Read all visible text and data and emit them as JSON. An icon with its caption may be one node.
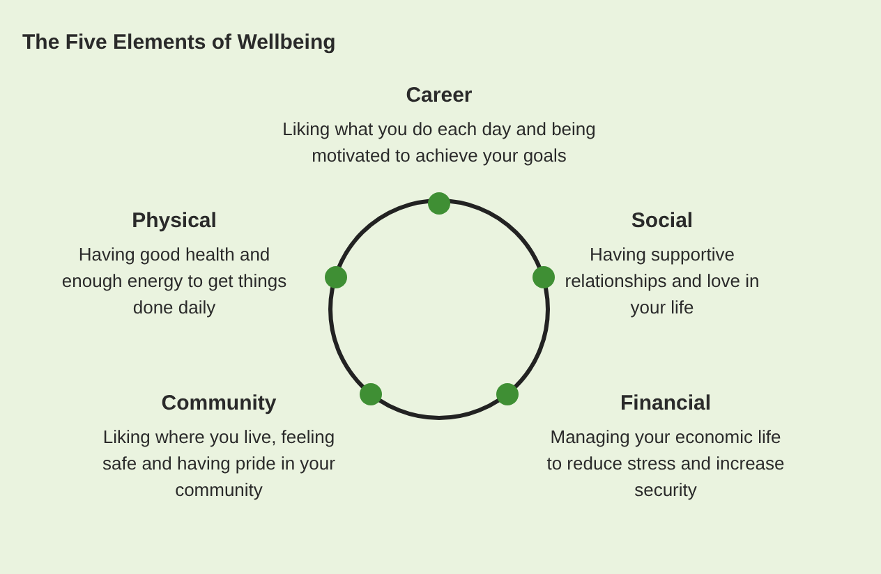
{
  "diagram": {
    "title": "The Five Elements of Wellbeing",
    "nodes": [
      {
        "text": [
          "Career",
          "Liking what you do each day and being motivated to achieve your goals"
        ]
      },
      {
        "text": [
          "Physical",
          "Having good health and enough energy to get things done daily"
        ]
      },
      {
        "text": [
          "Social",
          "Having supportive relationships and love in your life"
        ]
      },
      {
        "text": [
          "Community",
          "Liking where you live, feeling safe and having pride in your community"
        ]
      },
      {
        "text": [
          "Financial",
          "Managing your economic life to reduce stress and increase security"
        ]
      }
    ],
    "edges": []
  }
}
